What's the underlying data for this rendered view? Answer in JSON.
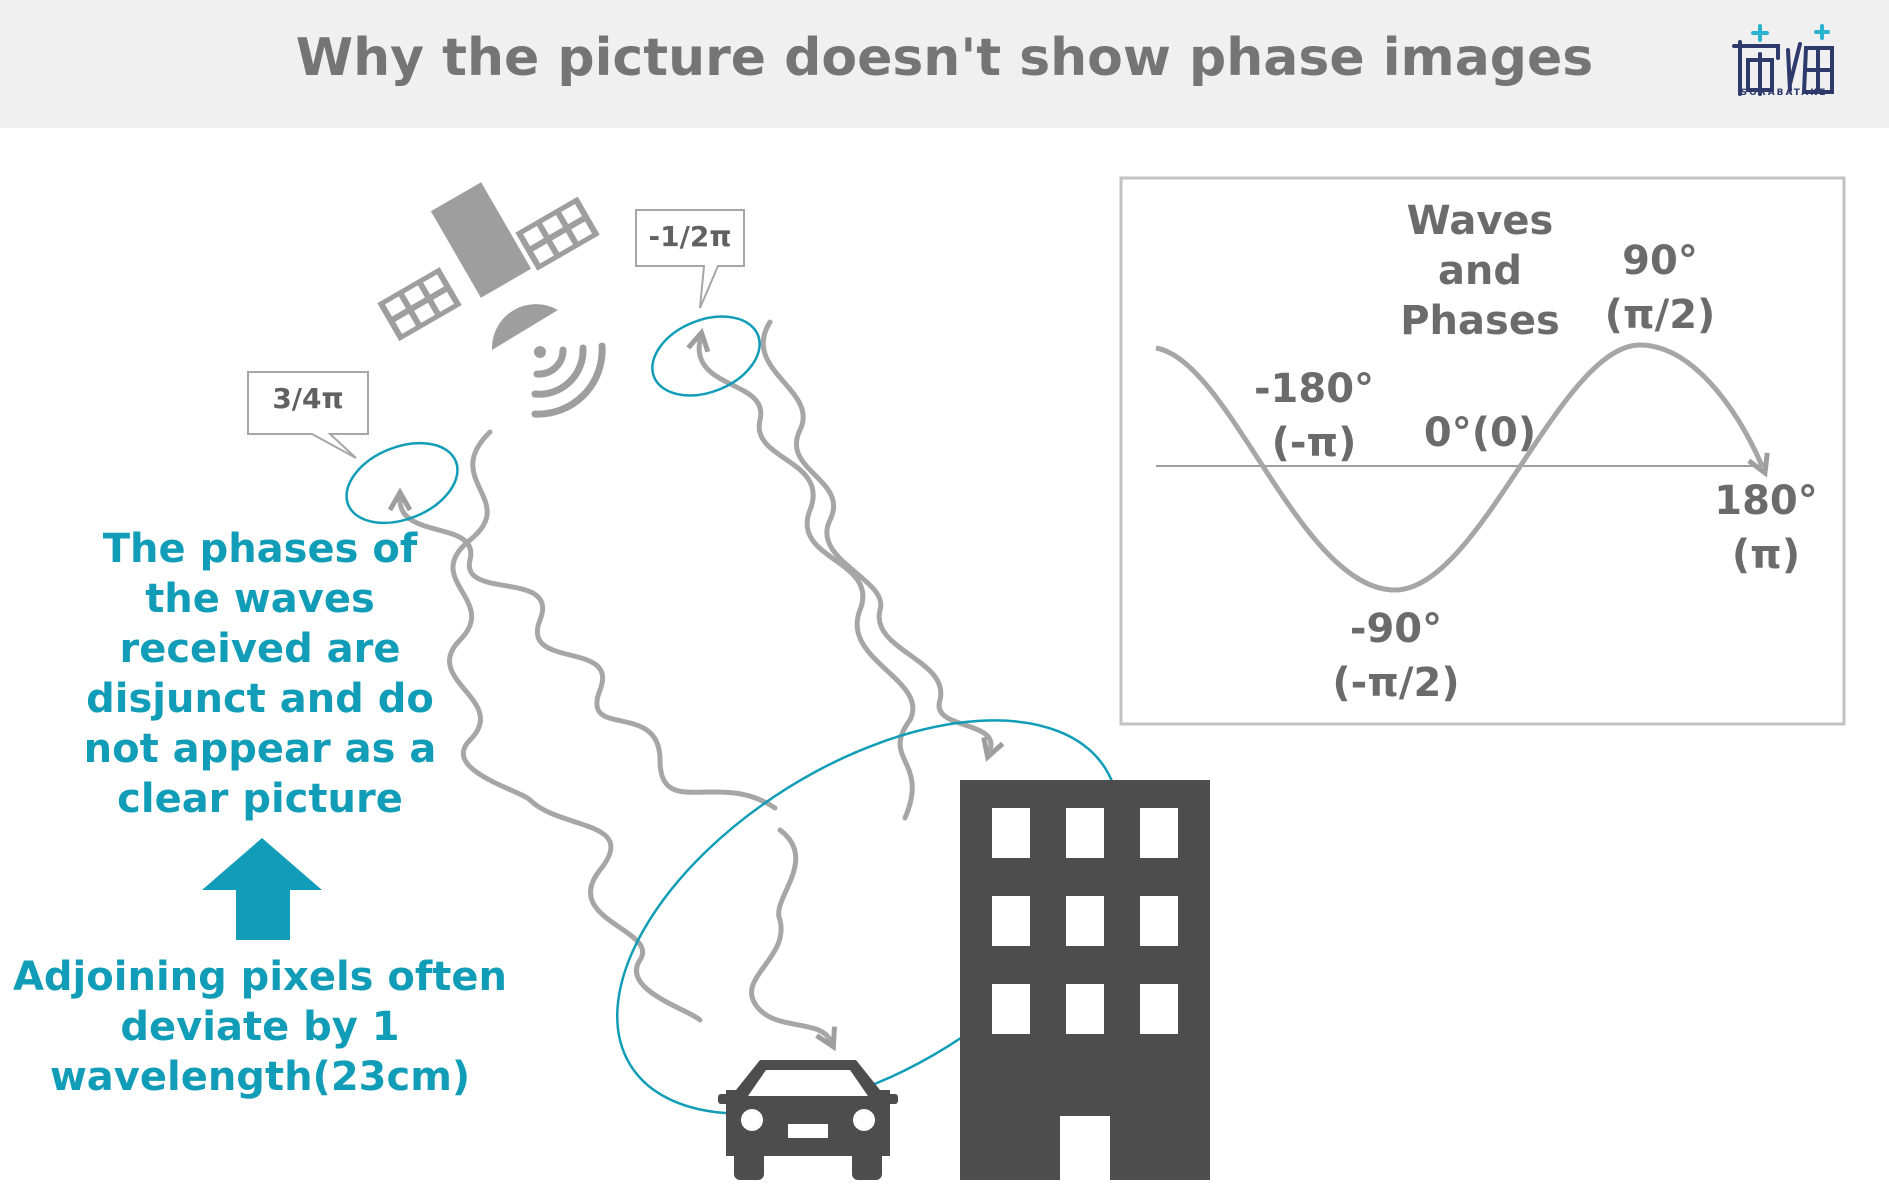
{
  "header": {
    "title": "Why the picture doesn't show phase images",
    "logo_text": "SORABATAKE"
  },
  "callouts": {
    "left_phase": "3/4π",
    "right_phase": "-1/2π"
  },
  "explanation": {
    "result": [
      "The phases of",
      "the waves",
      "received are",
      "disjunct and do",
      "not appear as a",
      "clear picture"
    ],
    "cause": [
      "Adjoining pixels often",
      "deviate by 1",
      "wavelength(23cm)"
    ]
  },
  "inset": {
    "title": [
      "Waves",
      "and",
      "Phases"
    ],
    "labels": {
      "minus180": [
        "-180°",
        "(-π)"
      ],
      "zero": [
        "0°(0)"
      ],
      "plus90": [
        "90°",
        "(π/2)"
      ],
      "plus180": [
        "180°",
        "(π)"
      ],
      "minus90": [
        "-90°",
        "(-π/2)"
      ]
    }
  },
  "icons": [
    "satellite-icon",
    "signal-icon",
    "car-icon",
    "building-icon",
    "up-arrow-icon"
  ],
  "colors": {
    "accent": "#119db7",
    "gray": "#9e9e9e",
    "dark": "#4d4d4d",
    "header_bg": "#f0f0f0"
  }
}
